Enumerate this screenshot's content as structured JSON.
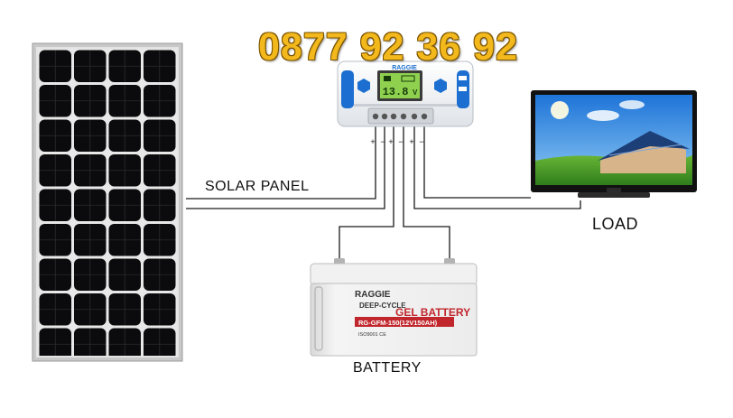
{
  "phone": "0877 92 36 92",
  "labels": {
    "solar_panel": "SOLAR PANEL",
    "load": "LOAD",
    "battery": "BATTERY"
  },
  "controller": {
    "brand": "RAGGIE",
    "display_value": "13.8",
    "display_unit": "V",
    "terminal_signs": [
      "+",
      "−",
      "+",
      "−",
      "+",
      "−"
    ]
  },
  "battery": {
    "brand": "RAGGIE",
    "line1": "DEEP-CYCLE",
    "line2": "GEL BATTERY",
    "model": "RG-GFM-150(12V150AH)",
    "cert": "ISO9001 CE"
  },
  "colors": {
    "phone": "#f2b81c",
    "panel_cell": "#0b0b0d",
    "controller_blue": "#1c6fd0",
    "lcd": "#8fd14f",
    "battery_red": "#c0262c"
  }
}
